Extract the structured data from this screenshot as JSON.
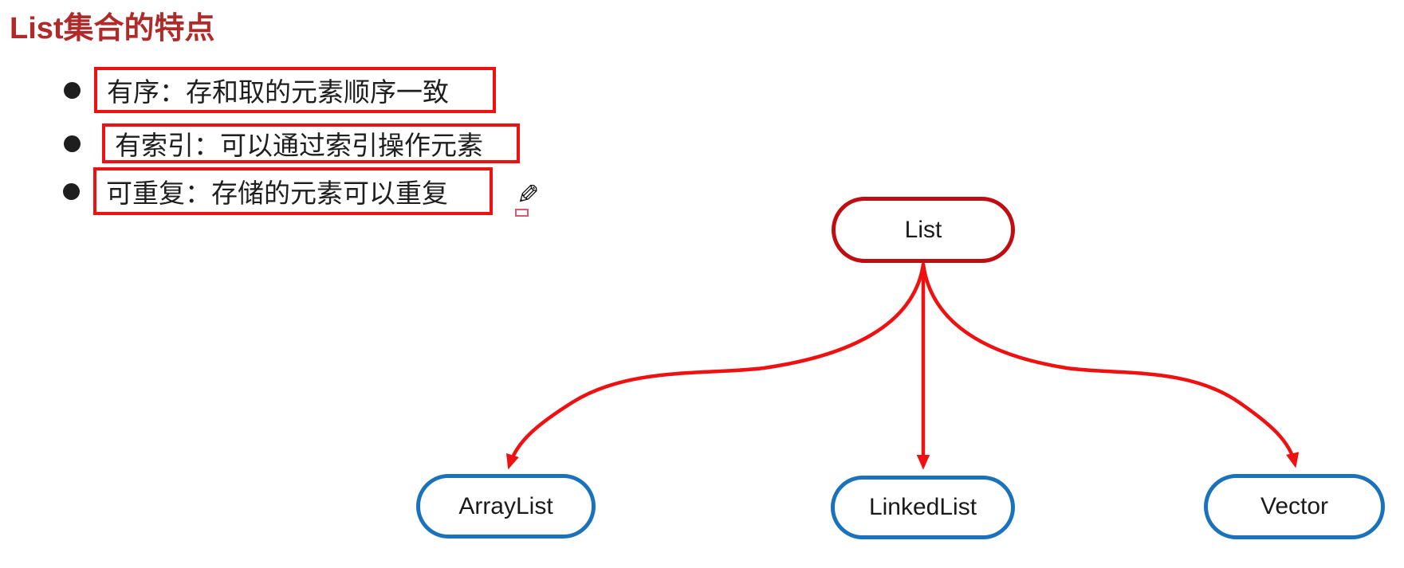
{
  "title": {
    "text": "List集合的特点",
    "color": "#b02a2a"
  },
  "bullets": {
    "box_border_color": "#ee1111",
    "items": [
      {
        "label": "有序：存和取的元素顺序一致"
      },
      {
        "label": "有索引：可以通过索引操作元素"
      },
      {
        "label": "可重复：存储的元素可以重复"
      }
    ]
  },
  "annotation_tool": {
    "cursor_icon": "pencil-cursor",
    "cursor_glyph": "✎",
    "selection_mark_color": "#e05570"
  },
  "diagram": {
    "connector_color": "#ef1010",
    "root": {
      "label": "List",
      "border_color": "#c00d12"
    },
    "children": [
      {
        "label": "ArrayList",
        "border_color": "#1b72bc"
      },
      {
        "label": "LinkedList",
        "border_color": "#1b72bc"
      },
      {
        "label": "Vector",
        "border_color": "#1b72bc"
      }
    ]
  }
}
